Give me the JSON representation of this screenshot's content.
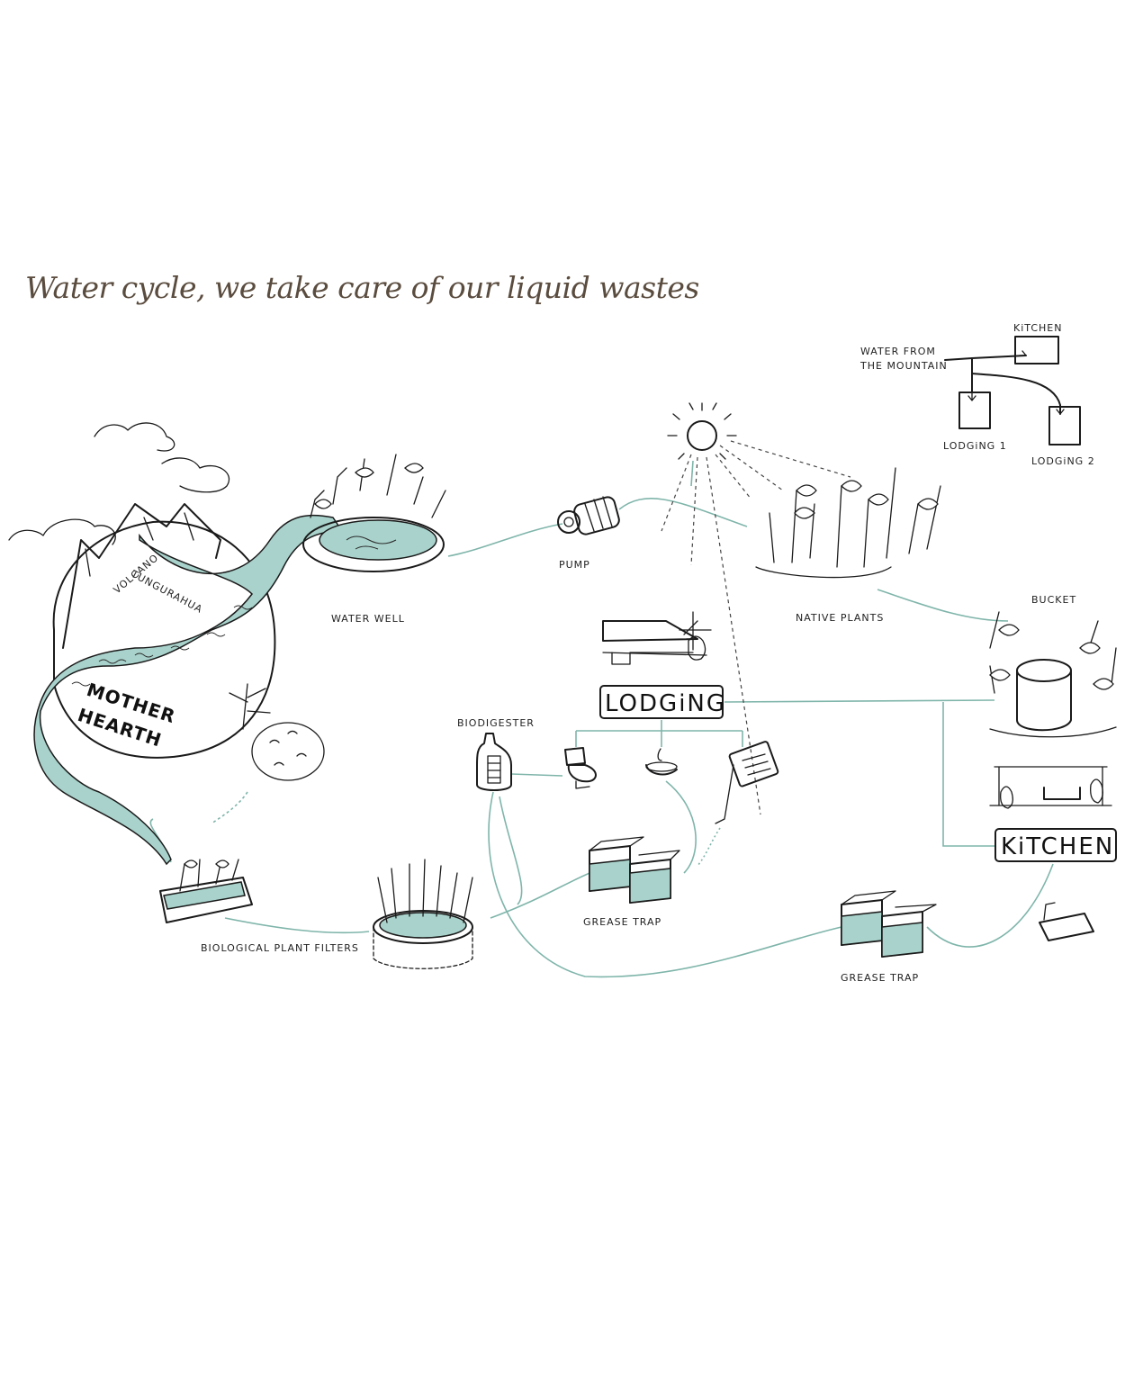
{
  "title": "Water cycle, we take care of our liquid wastes",
  "labels": {
    "volcano_line1": "TUNGURAHUA",
    "volcano_line2": "VOLCANO",
    "mother": "MOTHER",
    "hearth": "HEARTH",
    "water_well": "WATER WELL",
    "pump": "PUMP",
    "native_plants": "NATIVE PLANTS",
    "bucket": "BUCKET",
    "lodging": "LODGiNG",
    "kitchen": "KiTCHEN",
    "biodigester": "BIODIGESTER",
    "grease_trap_1": "GREASE TRAP",
    "grease_trap_2": "GREASE TRAP",
    "biological_plant_filters": "BIOLOGICAL PLANT FILTERS"
  },
  "inset": {
    "source": "WATER FROM",
    "source_line2": "THE MOUNTAIN",
    "kitchen": "KiTCHEN",
    "lodging_1": "LODGiNG 1",
    "lodging_2": "LODGiNG 2"
  },
  "colors": {
    "title": "#5a4c3e",
    "water": "#a8d2cb",
    "flow_line": "#7fb5aa",
    "ink": "#1a1a1a"
  }
}
